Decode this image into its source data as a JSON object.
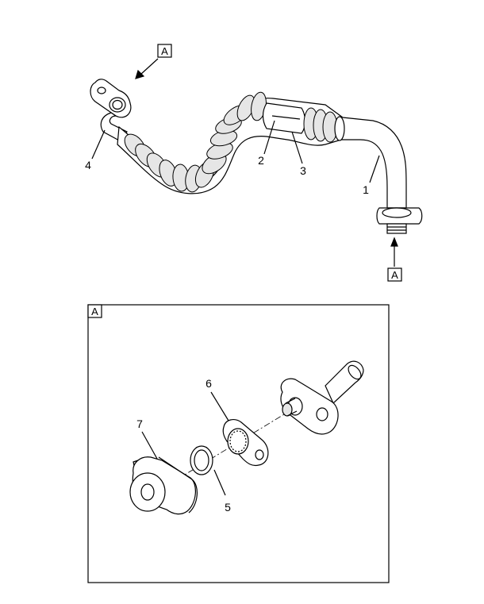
{
  "view_marker": "A",
  "upper_callouts": [
    "1",
    "2",
    "3",
    "4"
  ],
  "detail_box_label": "A",
  "detail_callouts": [
    "5",
    "6",
    "7"
  ],
  "colors": {
    "line": "#000000",
    "background": "#ffffff",
    "fill": "#ffffff",
    "shade": "#e6e6e6"
  }
}
